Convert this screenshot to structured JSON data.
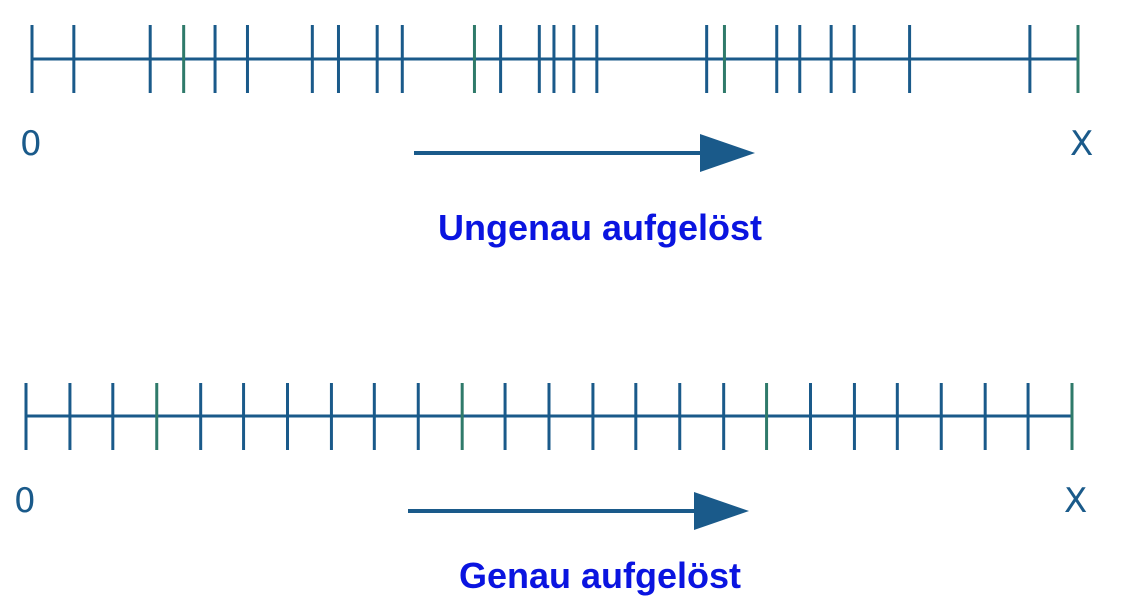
{
  "colors": {
    "line": "#1a5a8a",
    "tick_accent": "#2f7a6a",
    "caption": "#0a14e0"
  },
  "panels": [
    {
      "id": "uneven",
      "start_label": "0",
      "end_label": "X",
      "caption": "Ungenau aufgelöst",
      "tick_positions": [
        0,
        0.04,
        0.113,
        0.145,
        0.175,
        0.206,
        0.268,
        0.293,
        0.33,
        0.354,
        0.423,
        0.448,
        0.485,
        0.499,
        0.518,
        0.54,
        0.645,
        0.662,
        0.712,
        0.734,
        0.764,
        0.786,
        0.839,
        0.954,
        1
      ]
    },
    {
      "id": "even",
      "start_label": "0",
      "end_label": "X",
      "caption": "Genau aufgelöst",
      "tick_positions": [
        0,
        0.042,
        0.083,
        0.125,
        0.167,
        0.208,
        0.25,
        0.292,
        0.333,
        0.375,
        0.417,
        0.458,
        0.5,
        0.542,
        0.583,
        0.625,
        0.667,
        0.708,
        0.75,
        0.792,
        0.833,
        0.875,
        0.917,
        0.958,
        1
      ]
    }
  ]
}
